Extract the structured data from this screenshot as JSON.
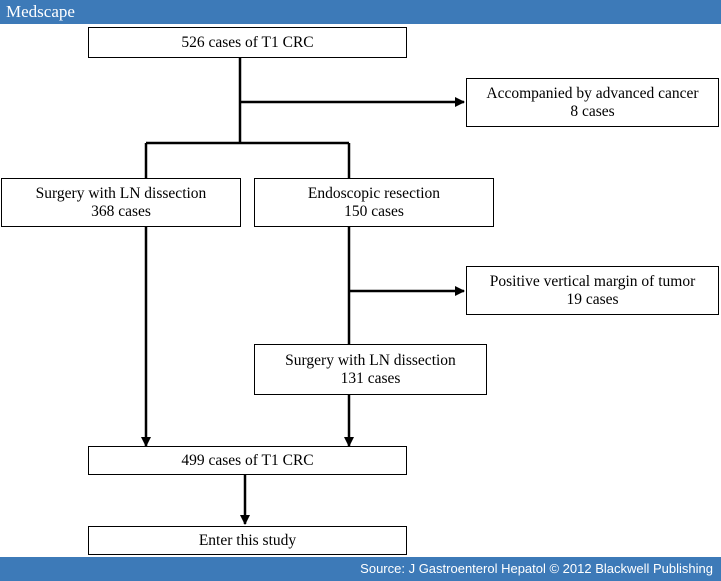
{
  "header": {
    "logo": "Medscape"
  },
  "footer": {
    "source": "Source: J Gastroenterol Hepatol © 2012 Blackwell Publishing"
  },
  "flow": {
    "start": {
      "line1": "526 cases of T1 CRC"
    },
    "excluded_advanced": {
      "line1": "Accompanied by advanced cancer",
      "line2": "8 cases"
    },
    "surgery_ln": {
      "line1": "Surgery with LN dissection",
      "line2": "368 cases"
    },
    "endoscopic": {
      "line1": "Endoscopic resection",
      "line2": "150 cases"
    },
    "excluded_margin": {
      "line1": "Positive vertical margin of tumor",
      "line2": "19 cases"
    },
    "surgery_ln_after": {
      "line1": "Surgery with LN dissection",
      "line2": "131 cases"
    },
    "result": {
      "line1": "499 cases of T1 CRC"
    },
    "enter": {
      "line1": "Enter this study"
    }
  },
  "colors": {
    "banner": "#3d7ab8",
    "line": "#000000"
  }
}
